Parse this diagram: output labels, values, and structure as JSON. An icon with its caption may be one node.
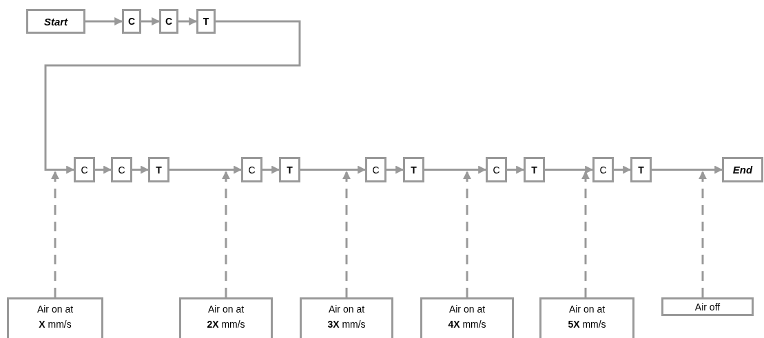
{
  "diagram": {
    "nodes": [
      {
        "text": [
          "Start"
        ]
      },
      {
        "text": [
          "C"
        ]
      },
      {
        "text": [
          "C"
        ]
      },
      {
        "text": [
          "T"
        ]
      },
      {
        "text": [
          "C"
        ]
      },
      {
        "text": [
          "C"
        ]
      },
      {
        "text": [
          "T"
        ]
      },
      {
        "text": [
          "C"
        ]
      },
      {
        "text": [
          "T"
        ]
      },
      {
        "text": [
          "C"
        ]
      },
      {
        "text": [
          "T"
        ]
      },
      {
        "text": [
          "C"
        ]
      },
      {
        "text": [
          "T"
        ]
      },
      {
        "text": [
          "C"
        ]
      },
      {
        "text": [
          "T"
        ]
      },
      {
        "text": [
          "End"
        ]
      },
      {
        "text": [
          "Air on at",
          "**X** mm/s"
        ]
      },
      {
        "text": [
          "Air on at",
          "**2X** mm/s"
        ]
      },
      {
        "text": [
          "Air on at",
          "**3X** mm/s"
        ]
      },
      {
        "text": [
          "Air on at",
          "**4X** mm/s"
        ]
      },
      {
        "text": [
          "Air on at",
          "**5X** mm/s"
        ]
      },
      {
        "text": [
          "Air off"
        ]
      }
    ],
    "edges": [
      {
        "from": 0,
        "to": 1,
        "arrow": "to"
      },
      {
        "from": 1,
        "to": 2,
        "arrow": "to"
      },
      {
        "from": 2,
        "to": 3,
        "arrow": "to"
      },
      {
        "from": 3,
        "to": 4,
        "arrow": "to"
      },
      {
        "from": 4,
        "to": 5,
        "arrow": "to"
      },
      {
        "from": 5,
        "to": 6,
        "arrow": "to"
      },
      {
        "from": 6,
        "to": 7,
        "arrow": "to"
      },
      {
        "from": 7,
        "to": 8,
        "arrow": "to"
      },
      {
        "from": 8,
        "to": 9,
        "arrow": "to"
      },
      {
        "from": 9,
        "to": 10,
        "arrow": "to"
      },
      {
        "from": 10,
        "to": 11,
        "arrow": "to"
      },
      {
        "from": 11,
        "to": 12,
        "arrow": "to"
      },
      {
        "from": 12,
        "to": 13,
        "arrow": "to"
      },
      {
        "from": 13,
        "to": 14,
        "arrow": "to"
      },
      {
        "from": 14,
        "to": 15,
        "arrow": "to"
      },
      {
        "from": 16,
        "to": 4,
        "arrow": "to",
        "style": "dashed"
      },
      {
        "from": 17,
        "to": 7,
        "arrow": "to",
        "style": "dashed"
      },
      {
        "from": 18,
        "to": 9,
        "arrow": "to",
        "style": "dashed"
      },
      {
        "from": 19,
        "to": 11,
        "arrow": "to",
        "style": "dashed"
      },
      {
        "from": 20,
        "to": 13,
        "arrow": "to",
        "style": "dashed"
      },
      {
        "from": 21,
        "to": 15,
        "arrow": "to",
        "style": "dashed"
      }
    ]
  }
}
